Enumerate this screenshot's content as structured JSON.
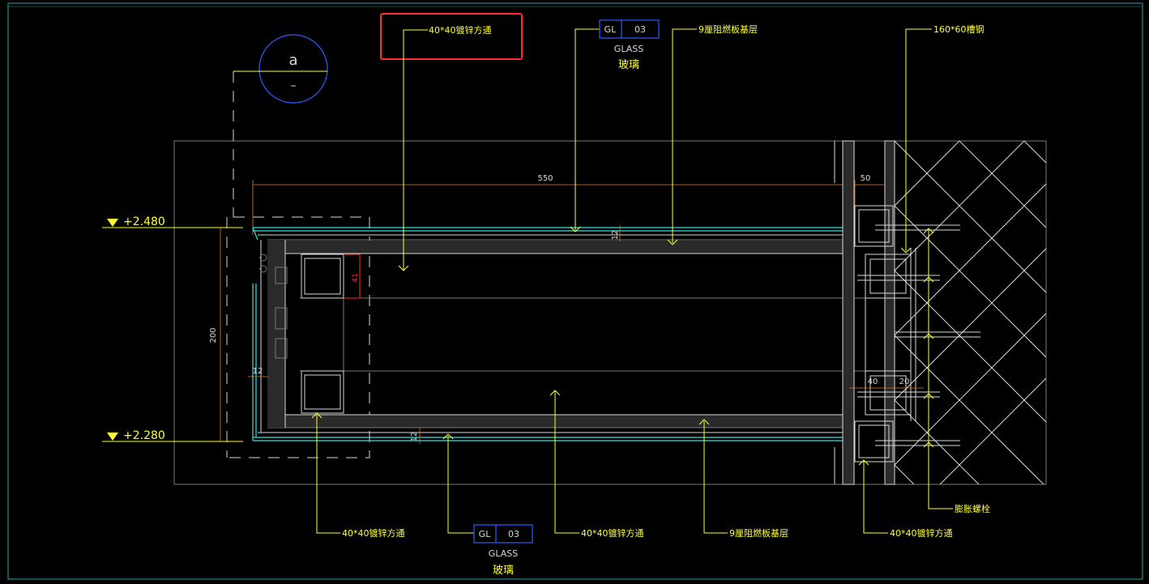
{
  "section_marker": {
    "top": "a",
    "bottom": "–"
  },
  "levels": {
    "upper": "+2.480",
    "lower": "+2.280"
  },
  "dimensions": {
    "width_550": "550",
    "width_50": "50",
    "height_200": "200",
    "thk_top": "12",
    "thk_bottom": "12",
    "thk_left": "12",
    "tube_41": "41",
    "dim_40": "40",
    "dim_20": "20"
  },
  "callouts": {
    "top_left": "40*40镀锌方通",
    "top_glass_code_left": "GL",
    "top_glass_code_right": "03",
    "top_glass_en": "GLASS",
    "top_glass_cn": "玻璃",
    "top_board": "9厘阻燃板基层",
    "top_right_channel": "160*60槽钢",
    "bottom_tube_1": "40*40镀锌方通",
    "bottom_glass_code_left": "GL",
    "bottom_glass_code_right": "03",
    "bottom_glass_en": "GLASS",
    "bottom_glass_cn": "玻璃",
    "bottom_tube_2": "40*40镀锌方通",
    "bottom_board": "9厘阻燃板基层",
    "bottom_bolt": "膨胀螺栓",
    "bottom_tube_3": "40*40镀锌方通"
  },
  "colors": {
    "callout": "#ffff33",
    "glass": "#33e0e0",
    "tag": "#2f5cff",
    "highlight": "#ff2a2a"
  }
}
